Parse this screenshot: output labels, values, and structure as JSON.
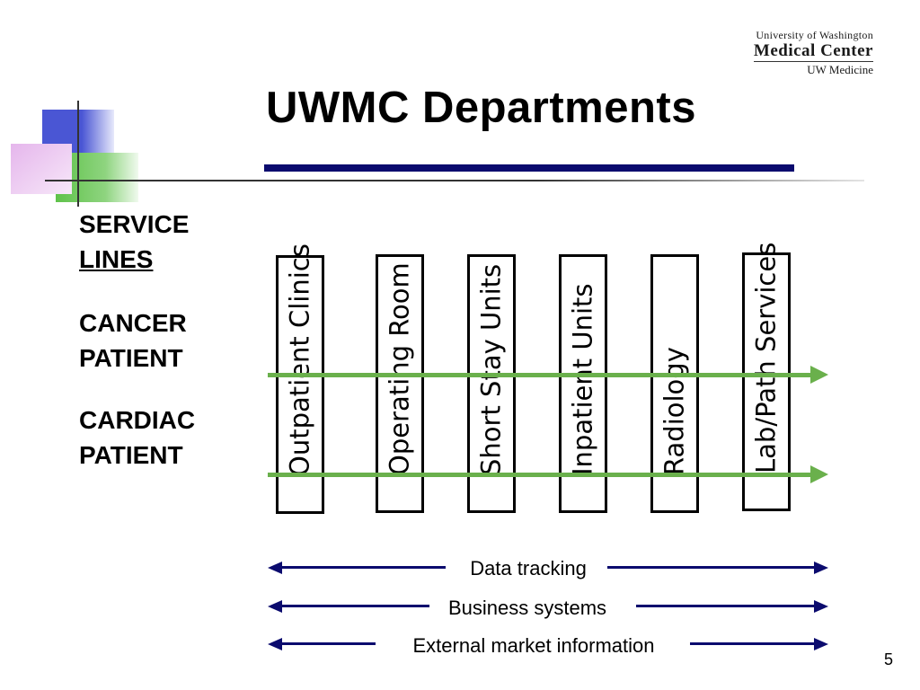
{
  "slide": {
    "title": "UWMC Departments",
    "page_number": "5"
  },
  "logo": {
    "line1": "University of Washington",
    "line2": "Medical Center",
    "line3": "UW Medicine"
  },
  "labels": {
    "service_lines_1": "SERVICE",
    "service_lines_2": "LINES",
    "cancer_1": "CANCER",
    "cancer_2": "PATIENT",
    "cardiac_1": "CARDIAC",
    "cardiac_2": "PATIENT"
  },
  "departments": [
    "Outpatient Clinics",
    "Operating Room",
    "Short Stay Units",
    "Inpatient Units",
    "Radiology",
    "Lab/Path Services"
  ],
  "cross_cutting": [
    "Data tracking",
    "Business systems",
    "External market information"
  ],
  "colors": {
    "navy": "#0b0b6e",
    "green": "#6ab04c",
    "blue": "#4a56d4"
  }
}
